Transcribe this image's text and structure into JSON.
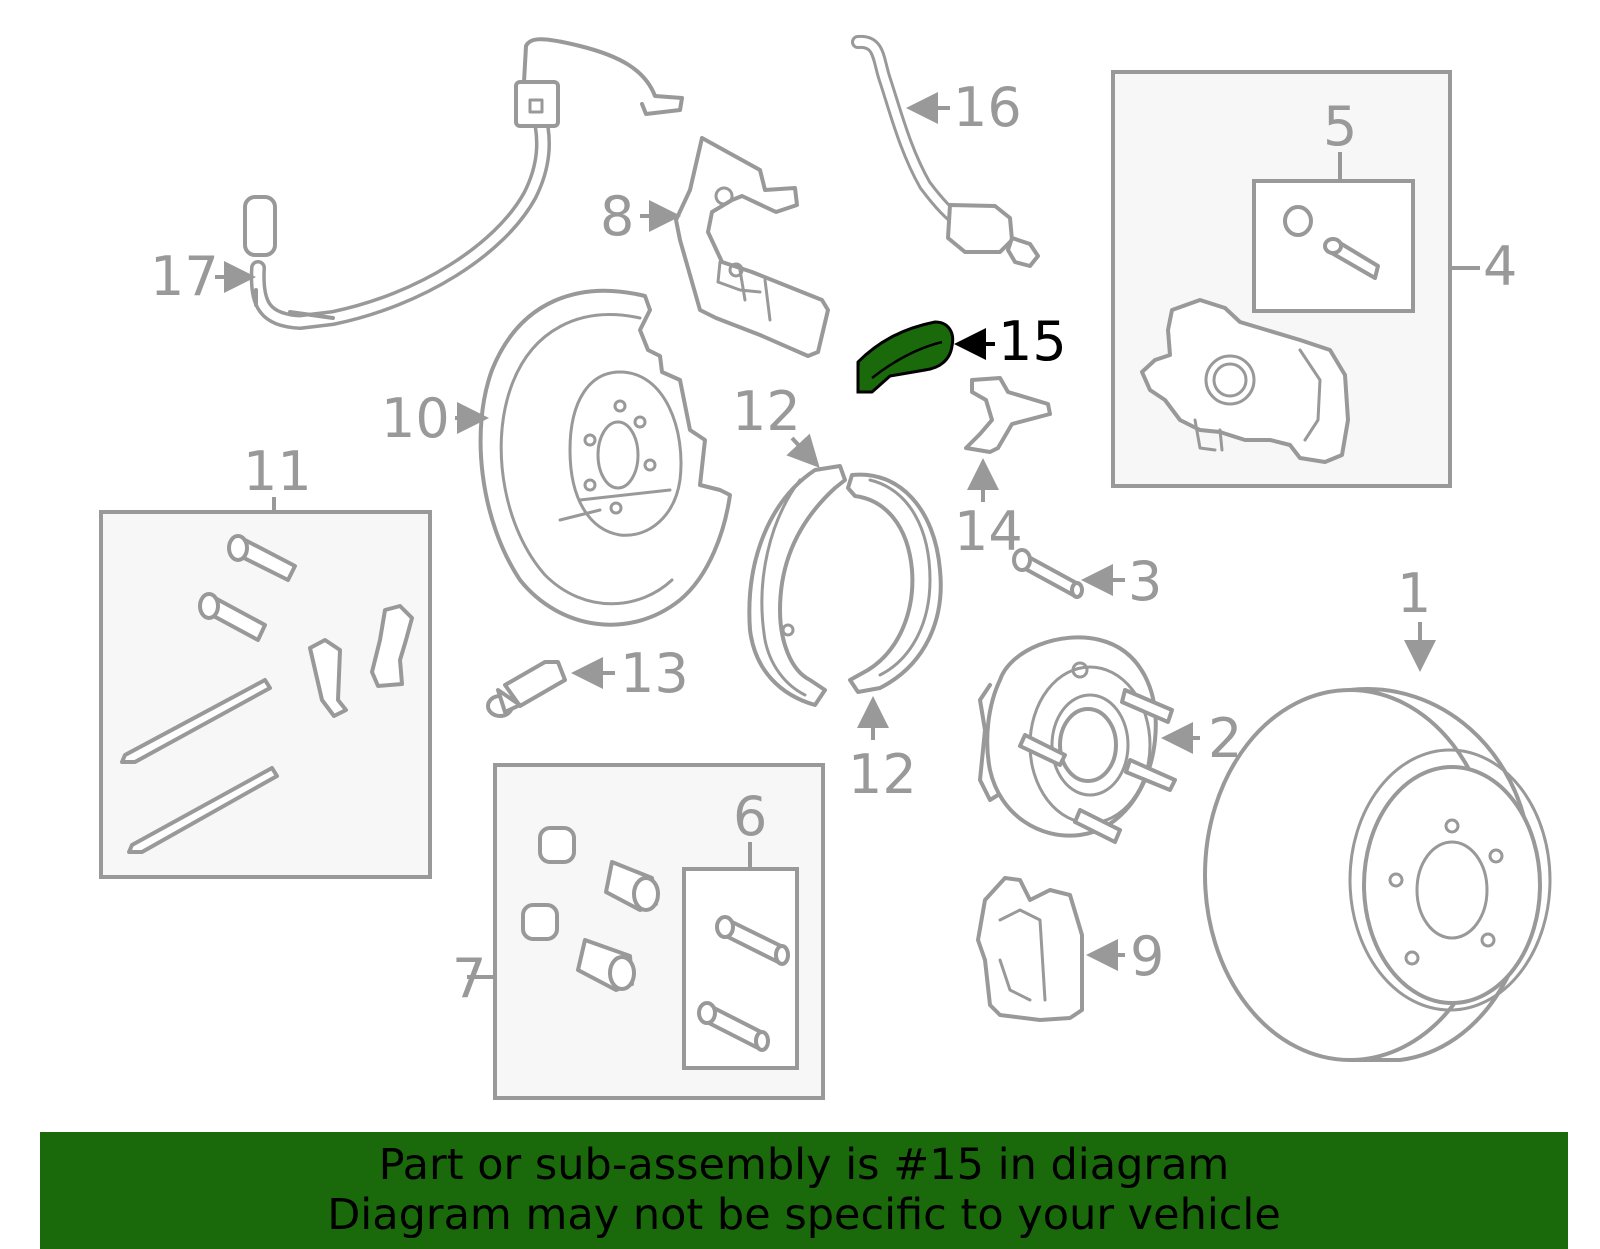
{
  "callouts": {
    "c1": "1",
    "c2": "2",
    "c3": "3",
    "c4": "4",
    "c5": "5",
    "c6": "6",
    "c7": "7",
    "c8": "8",
    "c9": "9",
    "c10": "10",
    "c11": "11",
    "c12a": "12",
    "c12b": "12",
    "c13": "13",
    "c14": "14",
    "c15": "15",
    "c16": "16",
    "c17": "17"
  },
  "highlight": {
    "part_number": "15",
    "color": "#1a6a0c"
  },
  "banner": {
    "line1": "Part or sub-assembly is #15 in diagram",
    "line2": "Diagram may not be specific to your vehicle",
    "background": "#1a6a0c"
  }
}
